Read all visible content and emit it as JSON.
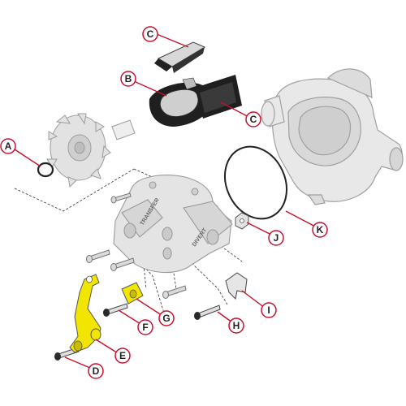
{
  "diagram": {
    "colors": {
      "leader": "#c8102e",
      "highlight": "#f2e600",
      "part_fill": "#e6e6e6",
      "part_stroke": "#9a9a9a",
      "dark_part": "#222222"
    },
    "callouts": [
      {
        "id": "A",
        "label": "A"
      },
      {
        "id": "B",
        "label": "B"
      },
      {
        "id": "C1",
        "label": "C"
      },
      {
        "id": "C2",
        "label": "C"
      },
      {
        "id": "D",
        "label": "D"
      },
      {
        "id": "E",
        "label": "E"
      },
      {
        "id": "F",
        "label": "F"
      },
      {
        "id": "G",
        "label": "G"
      },
      {
        "id": "H",
        "label": "H"
      },
      {
        "id": "I",
        "label": "I"
      },
      {
        "id": "J",
        "label": "J"
      },
      {
        "id": "K",
        "label": "K"
      }
    ],
    "part_text": {
      "housing_left": "TRANSFER",
      "housing_right": "DIVERT"
    }
  }
}
